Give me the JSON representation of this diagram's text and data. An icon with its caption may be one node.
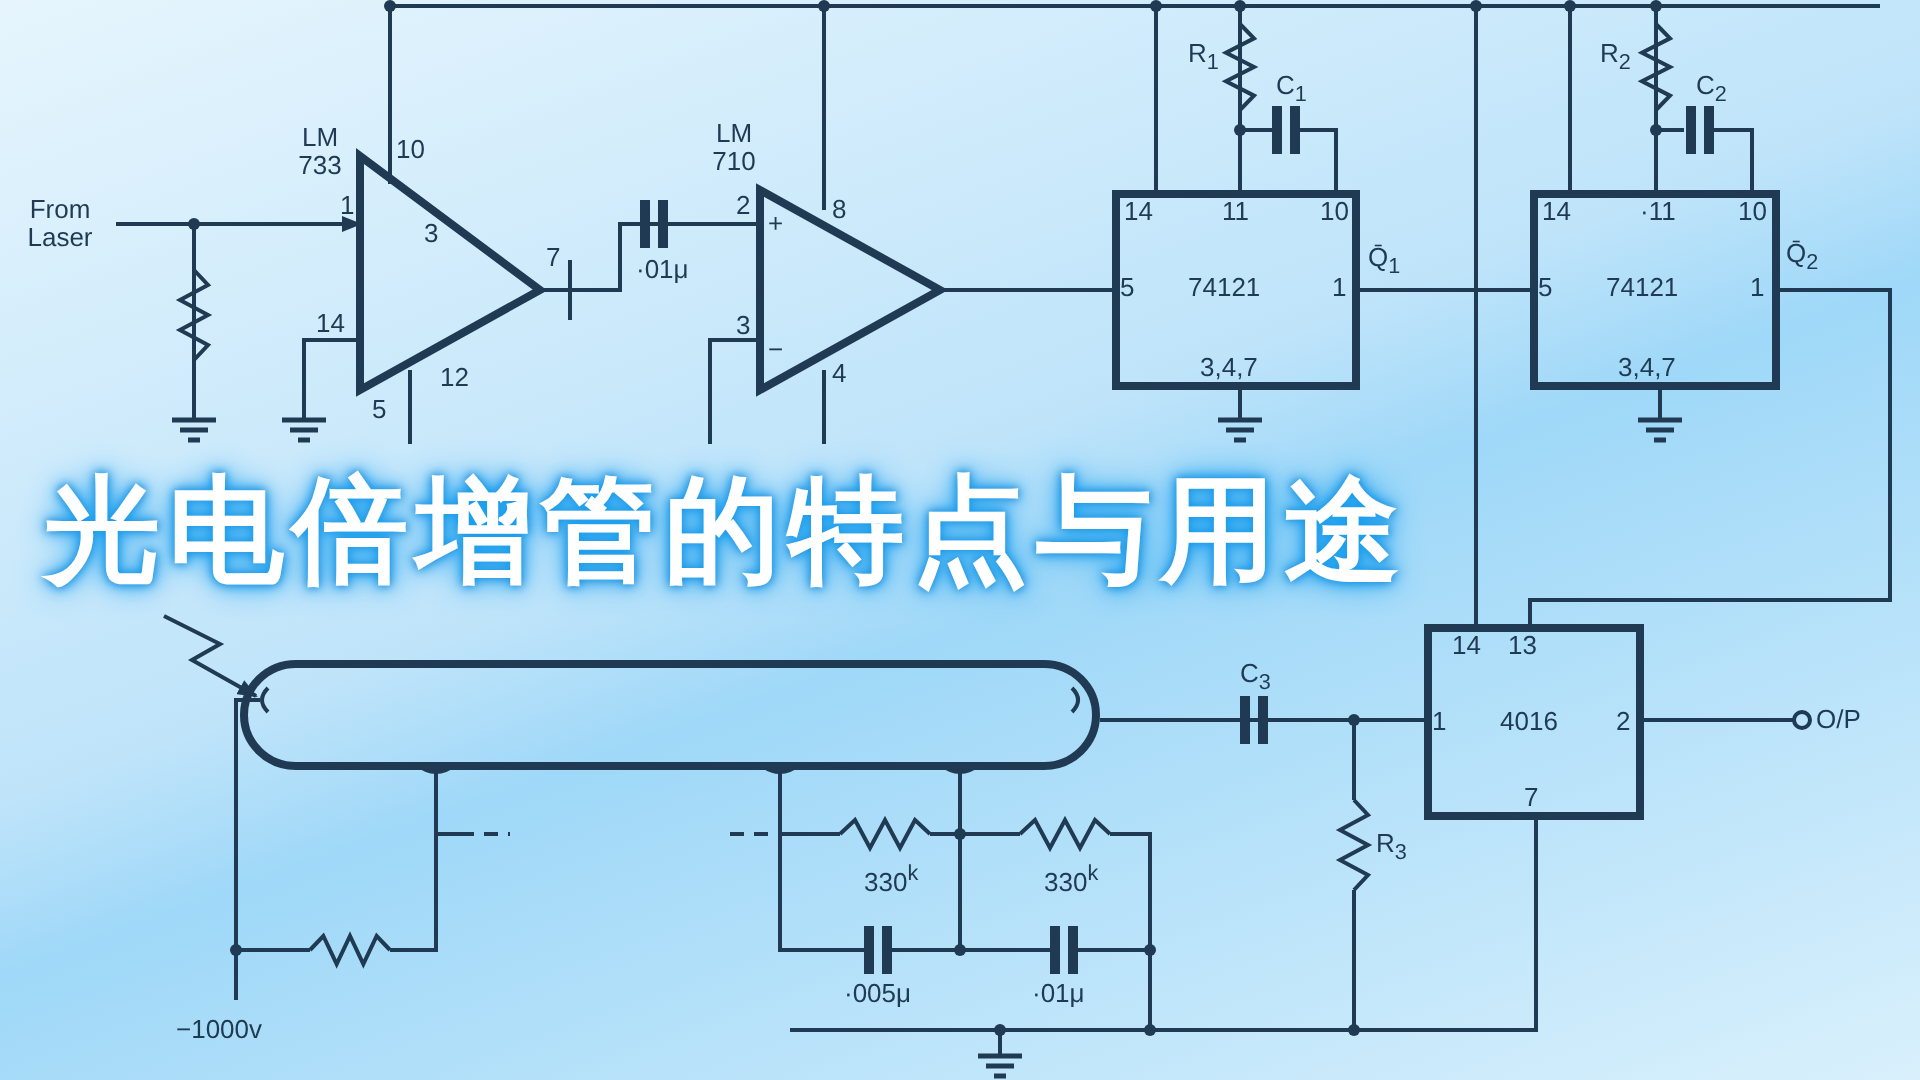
{
  "diagram": {
    "title": "光电倍增管的特点与用途",
    "nodes": [
      {
        "text": [
          "From Laser"
        ]
      },
      {
        "text": [
          "LM 733",
          "1",
          "10",
          "3",
          "7",
          "14",
          "12",
          "5"
        ]
      },
      {
        "text": [
          "LM 710",
          "2",
          "8",
          "+",
          "3",
          "−",
          "4"
        ]
      },
      {
        "text": [
          "14",
          "11",
          "10",
          "5",
          "74121",
          "1",
          "3,4,7"
        ]
      },
      {
        "text": [
          "14",
          "·11",
          "10",
          "5",
          "74121",
          "1",
          "3,4,7"
        ]
      },
      {
        "text": [
          "14",
          "13",
          "1",
          "4016",
          "2",
          "7"
        ]
      },
      {
        "text": [],
        "shape": "cylinder"
      },
      {
        "text": [
          "O/P"
        ]
      }
    ],
    "edges": [
      {
        "from": 0,
        "to": 1,
        "arrow": "to"
      },
      {
        "from": 1,
        "to": 2,
        "arrow": "none"
      },
      {
        "from": 2,
        "to": 3,
        "arrow": "none"
      },
      {
        "from": 3,
        "to": 4,
        "arrow": "none"
      },
      {
        "from": 4,
        "to": 5,
        "arrow": "none"
      },
      {
        "from": 6,
        "to": 5,
        "arrow": "none"
      },
      {
        "from": 5,
        "to": 7,
        "arrow": "none"
      },
      {
        "from": null,
        "to": 6,
        "arrow": "to"
      }
    ],
    "labels": [
      "·01μ",
      "R$_{1}$",
      "C$_{1}$",
      "R$_{2}$",
      "C$_{2}$",
      "Q̄$_{1}$",
      "Q̄$_{2}$",
      "C$_{3}$",
      "330$^{k}$",
      "330$^{k}$",
      "R$_{3}$",
      "·005μ",
      "·01μ",
      "−1000v"
    ]
  }
}
